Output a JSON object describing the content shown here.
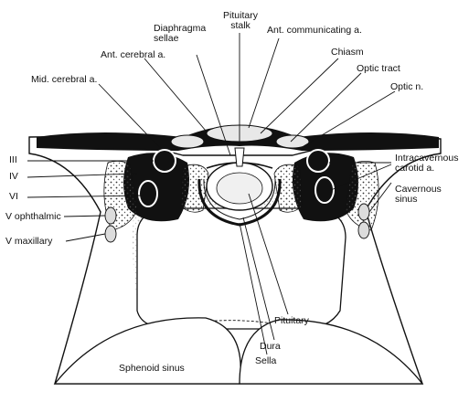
{
  "figure": {
    "colors": {
      "ink": "#111111",
      "bone_stipple": "#d9d9d9",
      "sinus_fill": "#ffffff",
      "gland_fill": "#f2f2f2"
    },
    "labels": {
      "pituitary_stalk": "Pituitary stalk",
      "diaphragma_sellae": "Diaphragma sellae",
      "ant_communicating": "Ant. communicating a.",
      "ant_cerebral": "Ant. cerebral a.",
      "chiasm": "Chiasm",
      "mid_cerebral": "Mid. cerebral a.",
      "optic_tract": "Optic tract",
      "optic_n": "Optic n.",
      "nerve_iii": "III",
      "nerve_iv": "IV",
      "nerve_vi": "VI",
      "v_ophthalmic": "V ophthalmic",
      "v_maxillary": "V maxillary",
      "intracavernous_carotid": "Intracavernous carotid a.",
      "cavernous_sinus": "Cavernous sinus",
      "sphenoid_sinus": "Sphenoid sinus",
      "pituitary": "Pituitary",
      "dura": "Dura",
      "sella": "Sella"
    }
  }
}
